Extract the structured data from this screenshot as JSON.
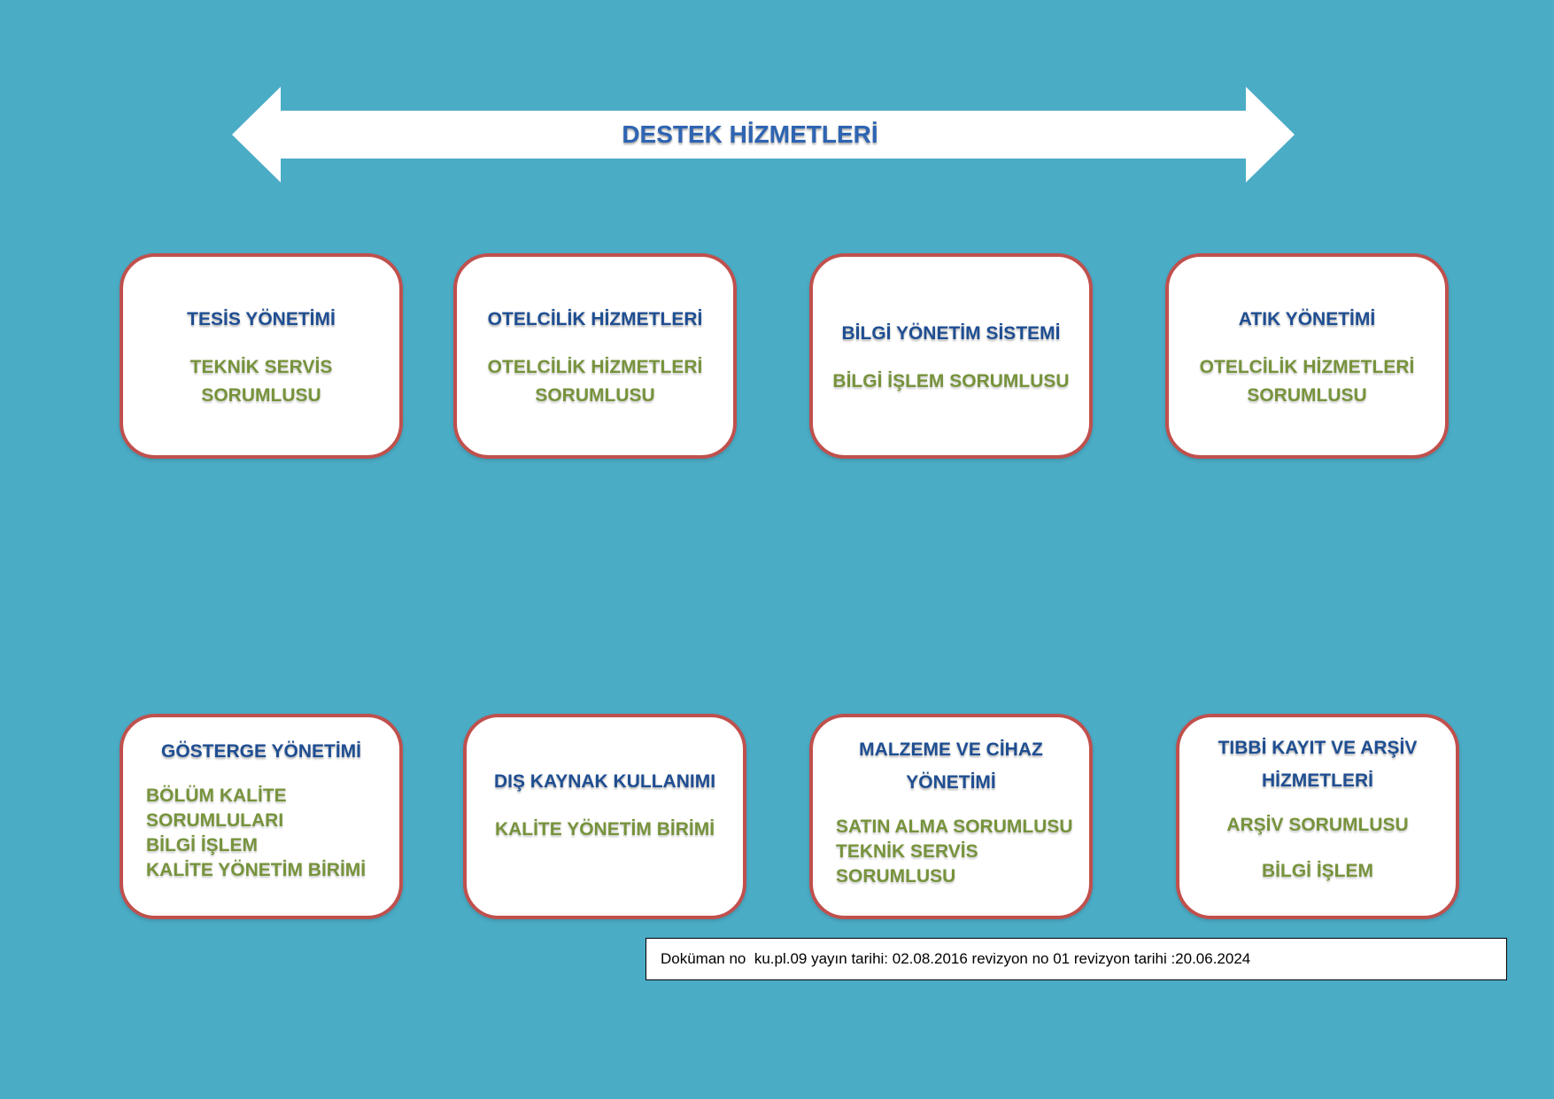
{
  "banner": {
    "title": "DESTEK HİZMETLERİ"
  },
  "boxes": [
    {
      "head": "TESİS YÖNETİMİ",
      "lines": [
        "TEKNİK SERVİS",
        "SORUMLUSU"
      ]
    },
    {
      "head": "OTELCİLİK HİZMETLERİ",
      "lines": [
        "OTELCİLİK HİZMETLERİ",
        "SORUMLUSU"
      ]
    },
    {
      "head": "BİLGİ YÖNETİM SİSTEMİ",
      "lines": [
        "BİLGİ İŞLEM SORUMLUSU"
      ]
    },
    {
      "head": "ATIK YÖNETİMİ",
      "lines": [
        "OTELCİLİK HİZMETLERİ",
        "SORUMLUSU"
      ]
    },
    {
      "head": "GÖSTERGE YÖNETİMİ",
      "lines": [
        "BÖLÜM KALİTE",
        "SORUMLULARI",
        "BİLGİ İŞLEM",
        "KALİTE YÖNETİM BİRİMİ"
      ]
    },
    {
      "head": "DIŞ KAYNAK KULLANIMI",
      "lines": [
        "KALİTE YÖNETİM BİRİMİ"
      ]
    },
    {
      "head_lines": [
        "MALZEME VE CİHAZ",
        "YÖNETİMİ"
      ],
      "lines": [
        "SATIN ALMA SORUMLUSU",
        "TEKNİK SERVİS",
        "SORUMLUSU"
      ]
    },
    {
      "head_lines": [
        "TIBBİ KAYIT VE ARŞİV",
        "HİZMETLERİ"
      ],
      "lines": [
        "ARŞİV SORUMLUSU",
        "BİLGİ İŞLEM"
      ]
    }
  ],
  "footer": {
    "text": "Doküman no  ku.pl.09 yayın tarihi: 02.08.2016 revizyon no 01 revizyon tarihi :20.06.2024"
  },
  "colors": {
    "background": "#4BACC6",
    "box_border": "#C0504D",
    "heading": "#1F4E92",
    "subtext": "#77933C",
    "banner_text": "#2E64B2"
  }
}
